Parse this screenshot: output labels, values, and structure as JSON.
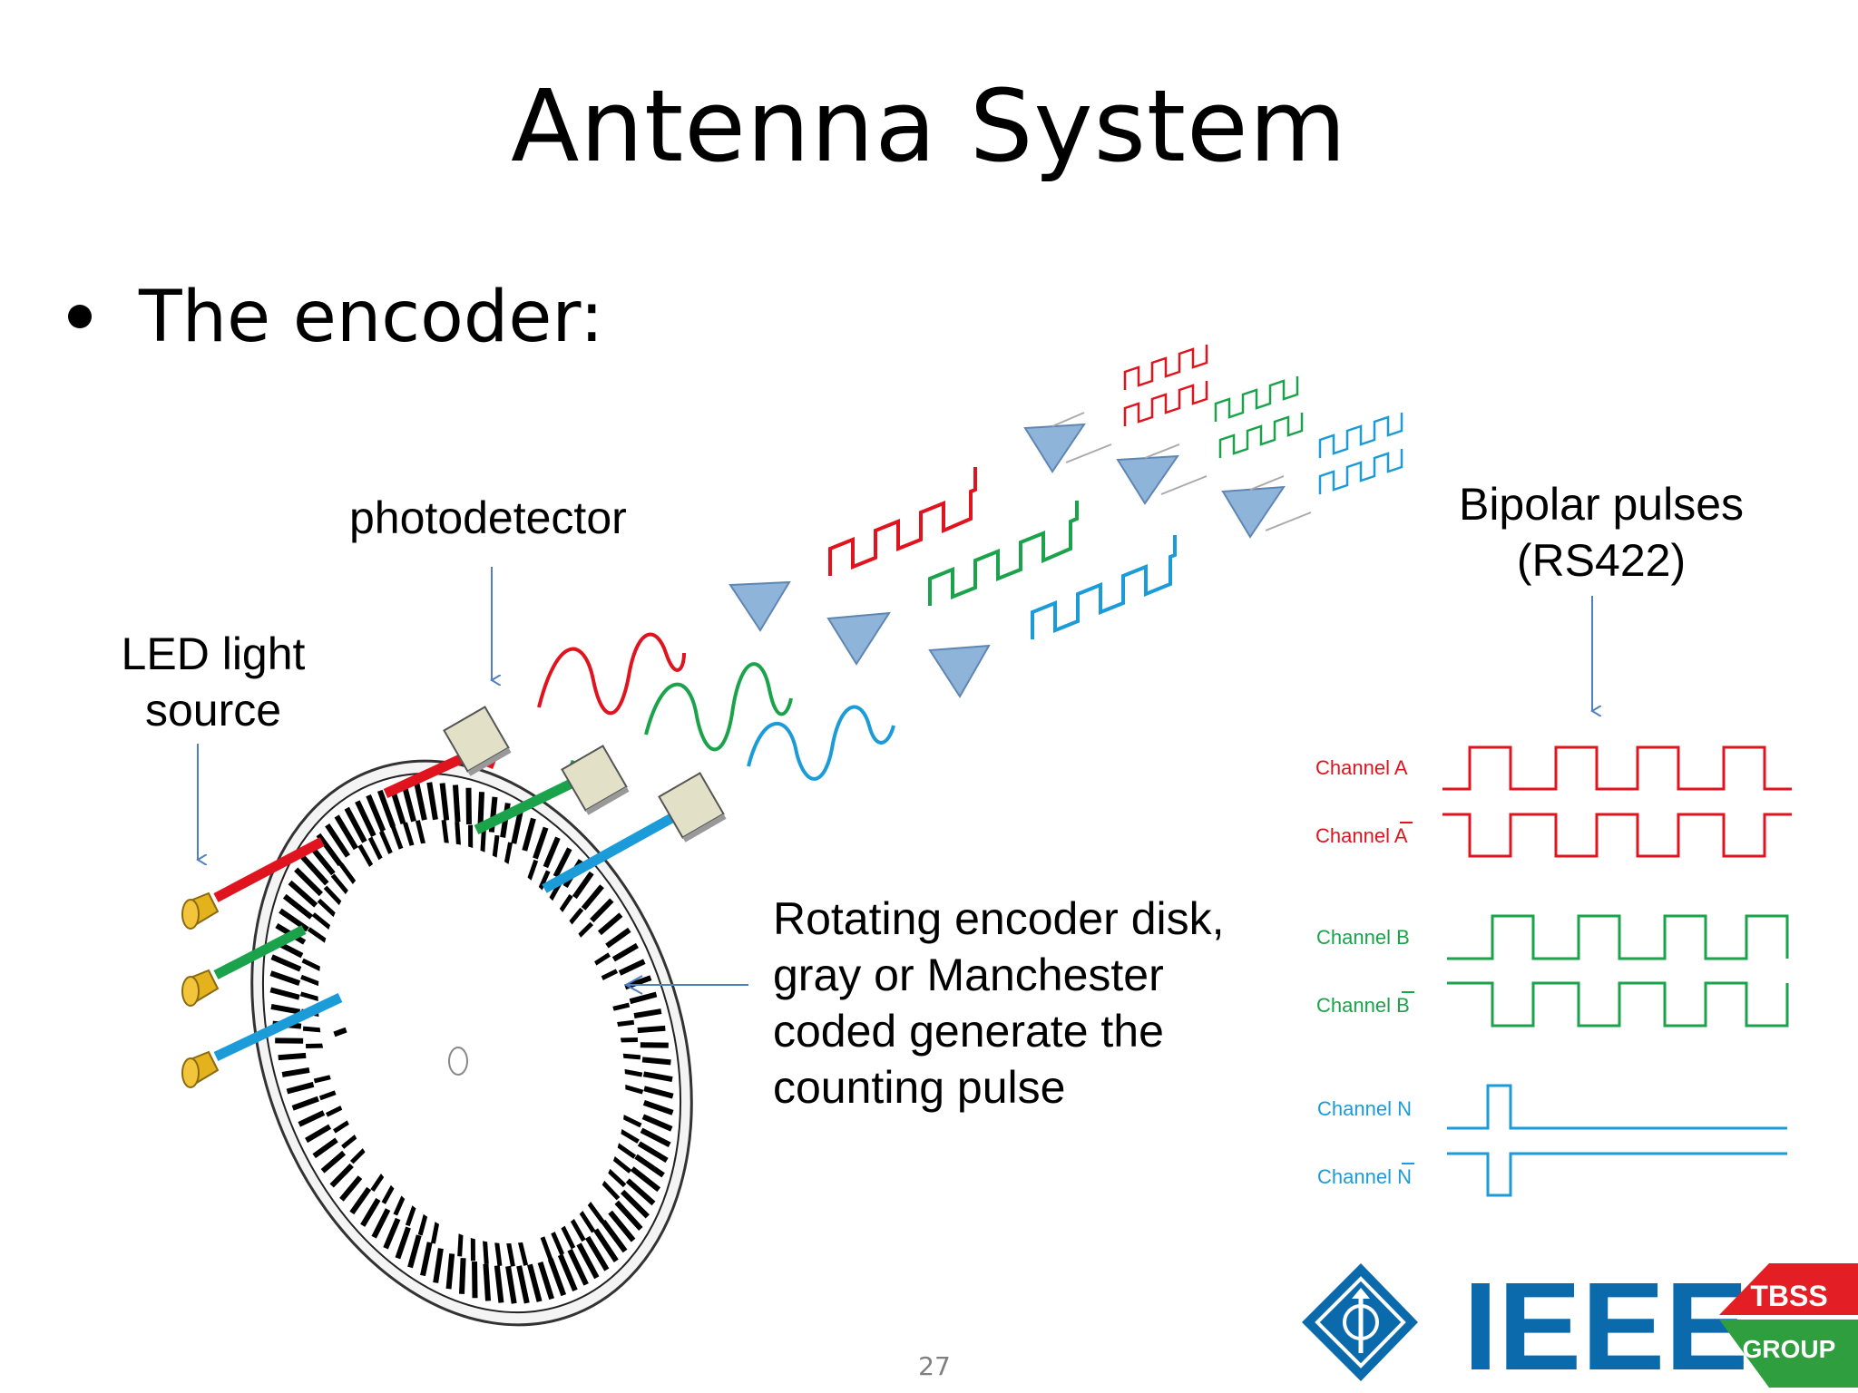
{
  "slide": {
    "title": "Antenna System",
    "bullet": "The encoder:",
    "page_number": "27"
  },
  "labels": {
    "photodetector": "photodetector",
    "led_line1": "LED light",
    "led_line2": "source",
    "bipolar_line1": "Bipolar pulses",
    "bipolar_line2": "(RS422)",
    "disk_line1": "Rotating encoder disk,",
    "disk_line2": "gray or Manchester",
    "disk_line3": "coded generate the",
    "disk_line4": "counting pulse"
  },
  "channels": [
    {
      "label": "Channel A",
      "color": "#e0141e"
    },
    {
      "label": "Channel A",
      "overline": true,
      "color": "#e0141e"
    },
    {
      "label": "Channel B",
      "color": "#1aa34a"
    },
    {
      "label": "Channel B",
      "overline": true,
      "color": "#1aa34a"
    },
    {
      "label": "Channel N",
      "color": "#1b9bd8"
    },
    {
      "label": "Channel N",
      "overline": true,
      "color": "#1b9bd8"
    }
  ],
  "logos": {
    "ieee": "IEEE",
    "tbss_line1": "TBSS",
    "tbss_line2": "GROUP"
  },
  "colors": {
    "red": "#e0141e",
    "green": "#1aa34a",
    "blue": "#1b9bd8",
    "arrow": "#4f7fc0",
    "ieee_blue": "#0a6aab",
    "tbss_red": "#e31e24",
    "tbss_green": "#2e9e3f"
  }
}
